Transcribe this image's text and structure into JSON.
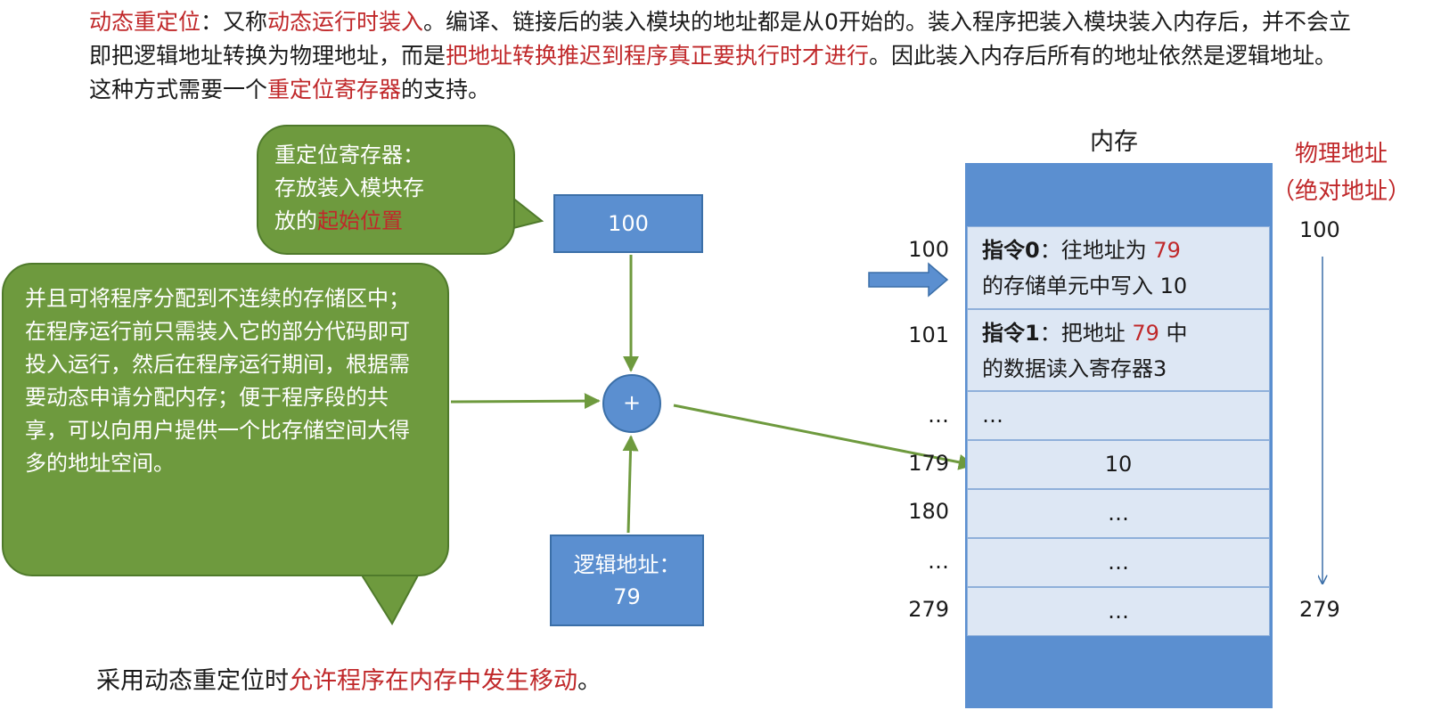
{
  "intro": {
    "t1": "动态重定位",
    "t2": "：又称",
    "t3": "动态运行时装入",
    "t4": "。编译、链接后的装入模块的地址都是从0开始的。装入程序把装入模块装入内存后，并不会立即把逻辑地址转换为物理地址，而是",
    "t5": "把地址转换推迟到程序真正要执行时才进行",
    "t6": "。因此装入内存后所有的地址依然是逻辑地址。这种方式需要一个",
    "t7": "重定位寄存器",
    "t8": "的支持。"
  },
  "bubble_reg": {
    "l1": "重定位寄存器：",
    "l2": "存放装入模块存",
    "l3a": "放的",
    "l3b": "起始位置"
  },
  "bubble_note": {
    "text": "并且可将程序分配到不连续的存储区中；在程序运行前只需装入它的部分代码即可投入运行，然后在程序运行期间，根据需要动态申请分配内存；便于程序段的共享，可以向用户提供一个比存储空间大得多的地址空间。"
  },
  "reg_value": "100",
  "adder_symbol": "+",
  "logic": {
    "label": "逻辑地址：",
    "value": "79"
  },
  "memory": {
    "title": "内存",
    "cell0": {
      "k": "指令0",
      "a": "：往地址为 ",
      "n": "79",
      "b": "的存储单元中写入 10"
    },
    "cell1": {
      "k": "指令1",
      "a": "：把地址 ",
      "n": "79",
      "m": " 中",
      "b": "的数据读入寄存器3"
    },
    "cell2": "…",
    "cell3": "10",
    "cell4": "…",
    "cell5": "…",
    "cell6": "…"
  },
  "addresses": [
    "100",
    "101",
    "…",
    "179",
    "180",
    "…",
    "279"
  ],
  "physical": {
    "title1": "物理地址",
    "title2": "（绝对地址）",
    "start": "100",
    "end": "279"
  },
  "bottom": {
    "a": "采用动态重定位时",
    "b": "允许程序在内存中发生移动",
    "c": "。"
  },
  "colors": {
    "bubble": "#6e9a3e",
    "box": "#5b8fd0",
    "highlight": "#c0282a",
    "cell": "#dde7f4"
  }
}
